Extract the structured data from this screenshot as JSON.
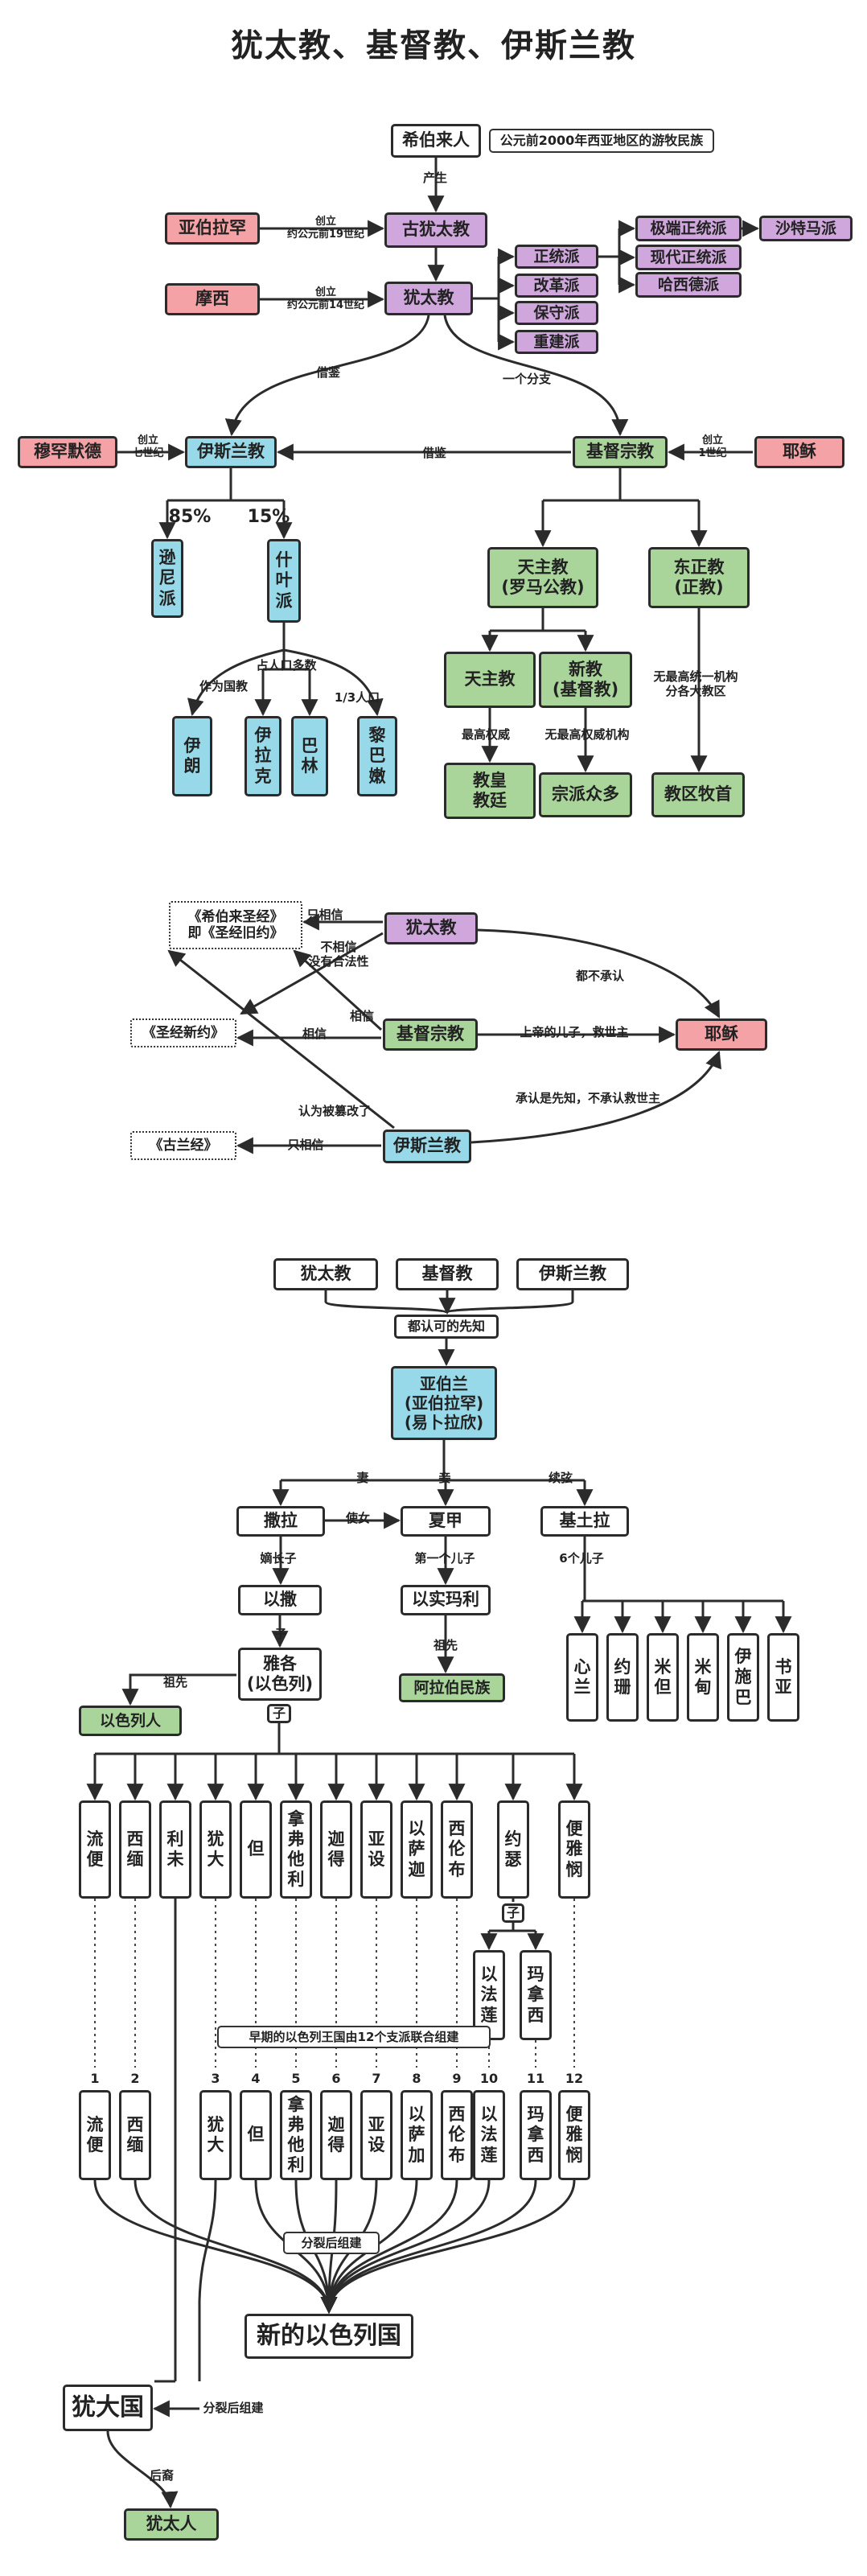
{
  "title": "犹太教、基督教、伊斯兰教",
  "part1": {
    "hebrews": "希伯来人",
    "hebrews_note": "公元前2000年西亚地区的游牧民族",
    "produce": "产生",
    "abraham": "亚伯拉罕",
    "abraham_edge": "创立\n约公元前19世纪",
    "ancient_judaism": "古犹太教",
    "moses": "摩西",
    "moses_edge": "创立\n约公元前14世纪",
    "judaism": "犹太教",
    "sects": [
      "正统派",
      "改革派",
      "保守派",
      "重建派"
    ],
    "orthodox_subs": [
      "极端正统派",
      "现代正统派",
      "哈西德派"
    ],
    "satmar": "沙特马派",
    "borrow": "借鉴",
    "one_branch": "一个分支",
    "muhammad": "穆罕默德",
    "muhammad_edge": "创立\n七世纪",
    "islam": "伊斯兰教",
    "christianity": "基督宗教",
    "jesus": "耶稣",
    "jesus_edge": "创立\n1世纪",
    "pct_sunni": "85%",
    "pct_shia": "15%",
    "sunni": "逊\n尼\n派",
    "shia": "什\n叶\n派",
    "as_state": "作为国教",
    "majority": "占人口多数",
    "third": "1/3人口",
    "iran": "伊\n朗",
    "iraq": "伊\n拉\n克",
    "bahrain": "巴\n林",
    "lebanon": "黎\n巴\n嫩",
    "catholic": "天主教\n(罗马公教)",
    "orthodox_ch": "东正教\n(正教)",
    "catholic2": "天主教",
    "protestant": "新教\n(基督教)",
    "no_central": "无最高统一机构\n分各大教区",
    "highest": "最高权威",
    "no_highest": "无最高权威机构",
    "papal": "教皇\n教廷",
    "denominations": "宗派众多",
    "patriarch": "教区牧首"
  },
  "part2": {
    "hebrew_bible": "《希伯来圣经》\n即《圣经旧约》",
    "new_testament": "《圣经新约》",
    "quran": "《古兰经》",
    "judaism": "犹太教",
    "christianity": "基督宗教",
    "islam": "伊斯兰教",
    "jesus": "耶稣",
    "only_believe": "只相信",
    "not_believe": "不相信\n没有合法性",
    "believe_a": "相信",
    "believe_b": "相信",
    "not_recognize": "都不承认",
    "son_of_god": "上帝的儿子，救世主",
    "prophet": "承认是先知，不承认救世主",
    "tampered": "认为被篡改了",
    "only_believe2": "只相信"
  },
  "part3": {
    "religions": [
      "犹太教",
      "基督教",
      "伊斯兰教"
    ],
    "common_prophet": "都认可的先知",
    "abraham": "亚伯兰\n(亚伯拉罕)\n(易卜拉欣)",
    "wife": "妻",
    "concubine": "妾",
    "concubine2": "续弦",
    "sarah": "撒拉",
    "hagar": "夏甲",
    "keturah": "基土拉",
    "maid": "使女",
    "eldest_son": "嫡长子",
    "first_son": "第一个儿子",
    "six_sons": "6个儿子",
    "isaac": "以撒",
    "ishmael": "以实玛利",
    "zi": "子",
    "ancestor_a": "祖先",
    "ancestor_b": "祖先",
    "jacob": "雅各\n(以色列)",
    "arab": "阿拉伯民族",
    "israelites": "以色列人",
    "six": [
      "心\n兰",
      "约\n珊",
      "米\n但",
      "米\n甸",
      "伊\n施\n巴",
      "书\n亚"
    ],
    "tribes_top": [
      "流\n便",
      "西\n缅",
      "利\n未",
      "犹\n大",
      "但",
      "拿\n弗\n他\n利",
      "迦\n得",
      "亚\n设",
      "以\n萨\n迦",
      "西\n伦\n布",
      "约\n瑟",
      "便\n雅\n悯"
    ],
    "joseph_sons": [
      "以\n法\n莲",
      "玛\n拿\n西"
    ],
    "nums": [
      "1",
      "2",
      "3",
      "4",
      "5",
      "6",
      "7",
      "8",
      "9",
      "10",
      "11",
      "12"
    ],
    "kingdom_note": "早期的以色列王国由12个支派联合组建",
    "tribes_bottom": [
      "流\n便",
      "西\n缅",
      "犹\n大",
      "但",
      "拿\n弗\n他\n利",
      "迦\n得",
      "亚\n设",
      "以\n萨\n加",
      "西\n伦\n布",
      "以\n法\n莲",
      "玛\n拿\n西",
      "便\n雅\n悯"
    ],
    "split_built": "分裂后组建",
    "new_israel": "新的以色列国",
    "judah_kingdom": "犹大国",
    "split_built2": "分裂后组建",
    "descendants": "后裔",
    "jews": "犹太人"
  }
}
